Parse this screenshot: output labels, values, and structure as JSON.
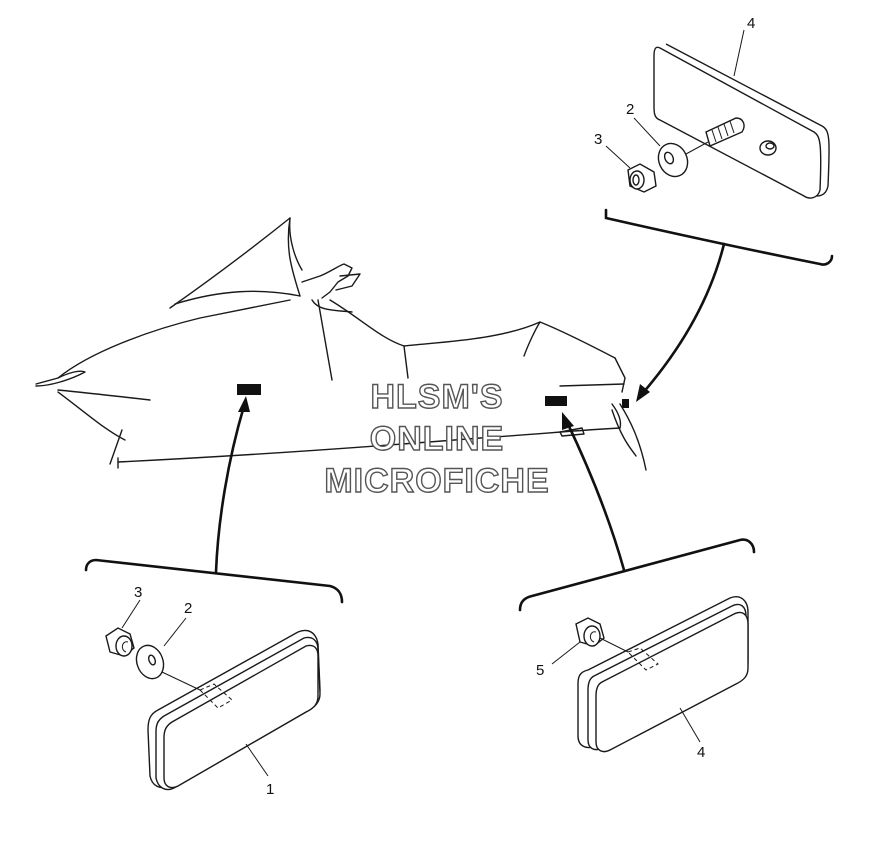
{
  "callouts": {
    "top_reflector": "4",
    "top_washer": "2",
    "top_nut": "3",
    "left_reflector": "1",
    "left_washer": "2",
    "left_nut": "3",
    "right_reflector": "4",
    "right_nut": "5"
  },
  "watermark": {
    "line1": "HLSM'S",
    "line2": "ONLINE",
    "line3": "MICROFICHE"
  }
}
